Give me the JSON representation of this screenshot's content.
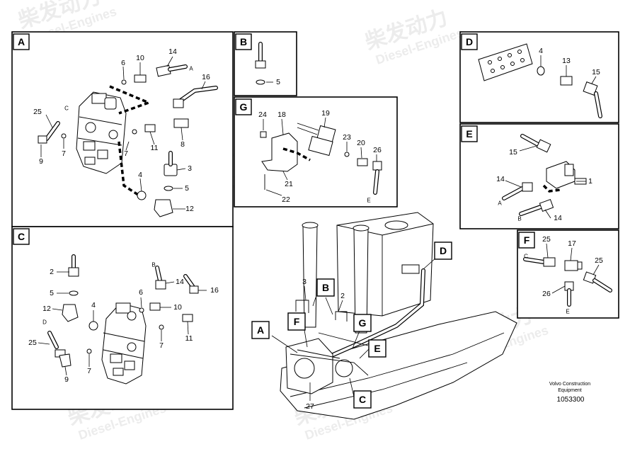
{
  "watermark": {
    "brand_cn": "柴发动力",
    "brand_en": "Diesel-Engines"
  },
  "panels": {
    "A": {
      "tag": "A",
      "callouts": [
        "6",
        "10",
        "14",
        "16",
        "25",
        "7",
        "9",
        "11",
        "8",
        "7",
        "4",
        "3",
        "5",
        "12"
      ],
      "letters": [
        "A",
        "C"
      ]
    },
    "B": {
      "tag": "B",
      "callouts": [
        "5"
      ]
    },
    "C": {
      "tag": "C",
      "callouts": [
        "2",
        "5",
        "12",
        "25",
        "9",
        "7",
        "4",
        "6",
        "10",
        "14",
        "16",
        "7",
        "11"
      ],
      "letters": [
        "B",
        "D"
      ]
    },
    "D": {
      "tag": "D",
      "callouts": [
        "4",
        "13",
        "15"
      ]
    },
    "E": {
      "tag": "E",
      "callouts": [
        "15",
        "14",
        "1",
        "14"
      ],
      "letters": [
        "A",
        "B"
      ]
    },
    "F": {
      "tag": "F",
      "callouts": [
        "25",
        "17",
        "25",
        "26"
      ],
      "letters": [
        "C",
        "E"
      ]
    },
    "G": {
      "tag": "G",
      "callouts": [
        "24",
        "18",
        "19",
        "23",
        "20",
        "26",
        "21",
        "22"
      ],
      "letters": [
        "E"
      ]
    }
  },
  "overview": {
    "tags": [
      "B",
      "A",
      "F",
      "G",
      "E",
      "C",
      "D"
    ],
    "callouts": [
      "3",
      "2",
      "27"
    ]
  },
  "footer": {
    "line1": "Volvo Construction",
    "line2": "Equipment",
    "doc_number": "1053300"
  }
}
